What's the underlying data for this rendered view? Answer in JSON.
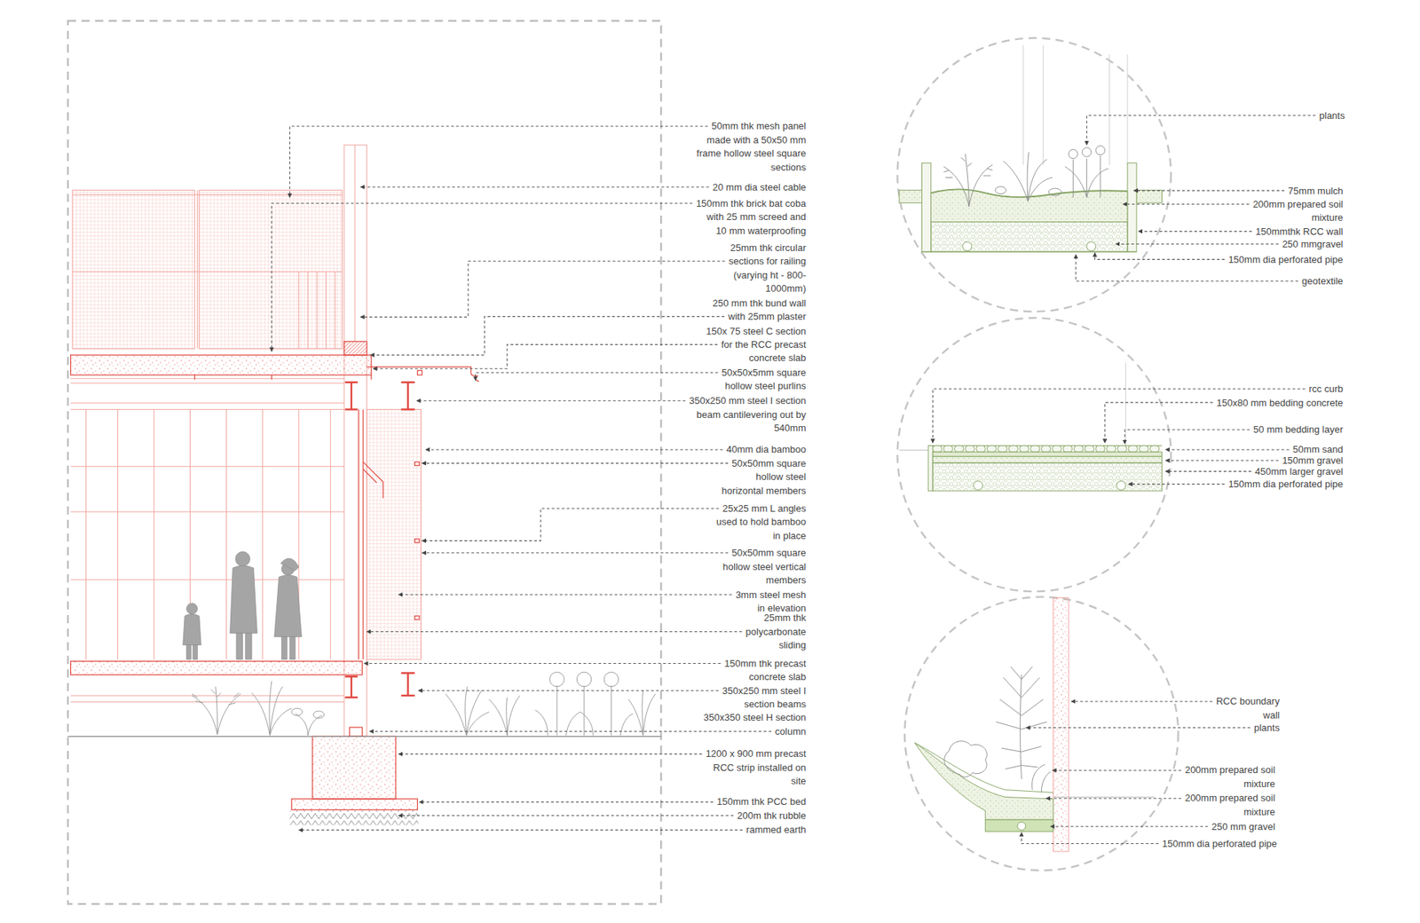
{
  "diagram": {
    "labels": [
      "50mm thk mesh panel made with a 50x50 mm frame hollow steel square sections",
      "20 mm dia steel cable",
      "150mm thk brick bat coba with 25 mm screed and 10 mm waterproofing",
      "25mm thk circular sections for railing (varying ht - 800- 1000mm)",
      "250 mm thk bund wall with 25mm plaster",
      "150x 75 steel C section for the RCC precast concrete slab",
      "50x50x5mm square hollow steel purlins",
      "350x250 mm steel I section beam cantilevering out by 540mm",
      "40mm dia bamboo",
      "50x50mm square hollow steel horizontal members",
      "25x25 mm L angles used to hold bamboo in place",
      "50x50mm square hollow steel vertical members",
      "3mm steel mesh in elevation",
      "25mm thk polycarbonate sliding",
      "150mm thk precast concrete slab",
      "350x250 mm steel I section beams",
      "350x350 steel H section column",
      "1200 x 900 mm precast RCC strip installed on site",
      "150mm thk PCC bed",
      "200m thk rubble",
      "rammed earth",
      "plants",
      "75mm mulch",
      "200mm prepared soil mixture",
      "150mmthk RCC wall",
      "250 mmgravel",
      "150mm dia perforated pipe",
      "geotextile",
      "rcc curb",
      "150x80 mm bedding concrete",
      "50 mm bedding layer",
      "50mm sand",
      "150mm gravel",
      "450mm larger gravel",
      "150mm dia perforated pipe",
      "RCC boundary wall",
      "plants",
      "200mm prepared soil mixture",
      "200mm prepared soil mixture",
      "250 mm gravel",
      "150mm dia perforated pipe"
    ]
  }
}
